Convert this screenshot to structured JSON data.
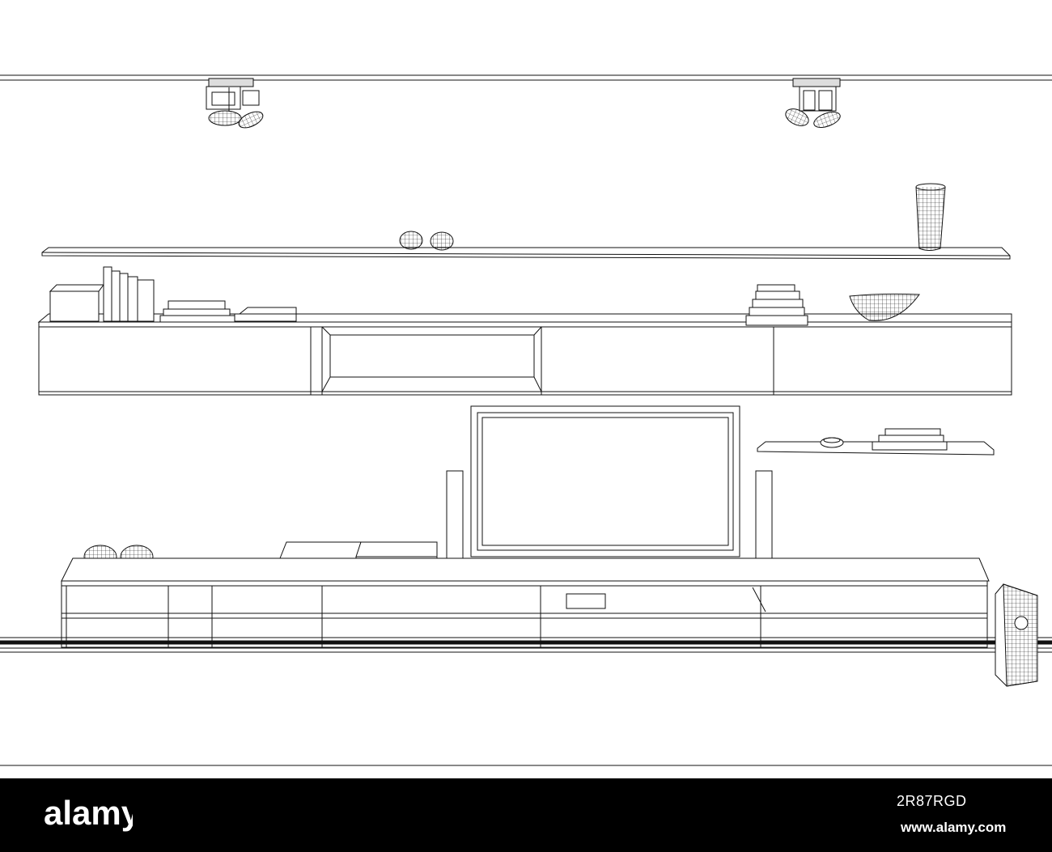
{
  "footer": {
    "brand": "alamy",
    "image_id": "2R87RGD",
    "url": "www.alamy.com"
  },
  "colors": {
    "line": "#111111",
    "background": "#ffffff",
    "footer_bg": "#000000",
    "footer_text": "#ffffff"
  },
  "scene": {
    "description_icons": [
      "track-spotlight-icon",
      "tv-icon",
      "speaker-icon",
      "subwoofer-icon",
      "book-stack-icon",
      "bowl-icon",
      "vase-icon",
      "dvd-player-icon"
    ]
  }
}
